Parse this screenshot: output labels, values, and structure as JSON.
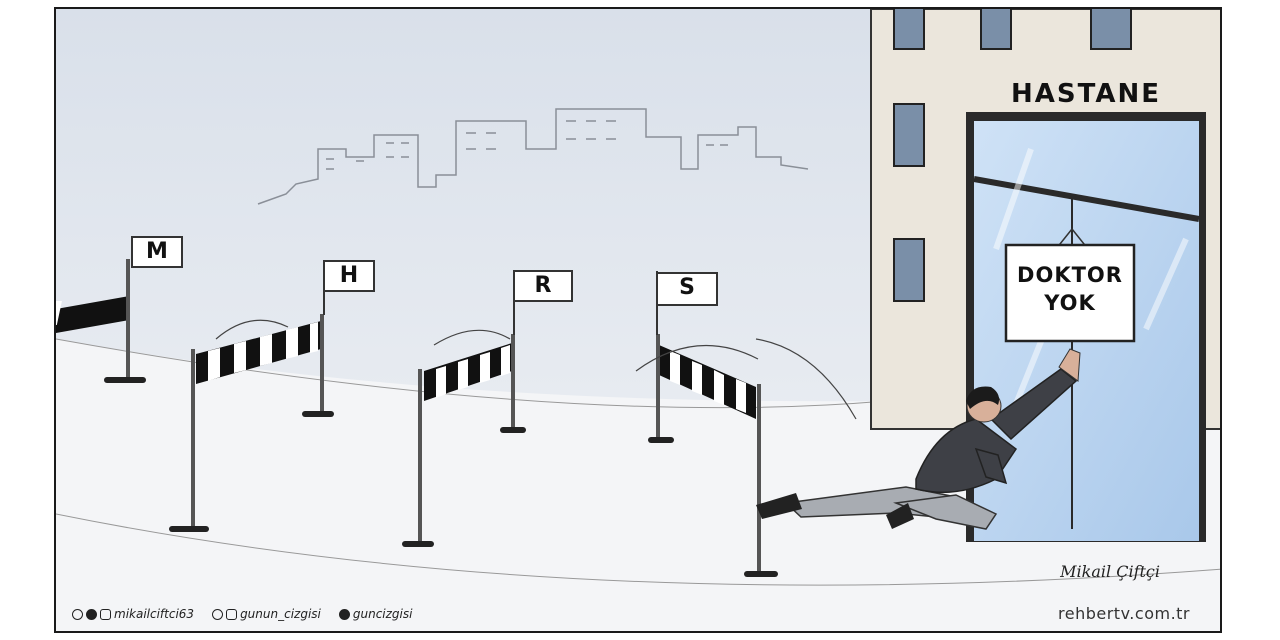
{
  "hospital": {
    "name": "HASTANE",
    "door_sign_line1": "DOKTOR",
    "door_sign_line2": "YOK"
  },
  "hurdles": [
    {
      "letter": "M"
    },
    {
      "letter": "H"
    },
    {
      "letter": "R"
    },
    {
      "letter": "S"
    }
  ],
  "signature": "Mikail Çiftçi",
  "footer": {
    "artist_handle": "mikailciftci63",
    "comic_handle": "gunun_cizgisi",
    "facebook_handle": "guncizgisi",
    "website": "rehbertv.com.tr"
  }
}
